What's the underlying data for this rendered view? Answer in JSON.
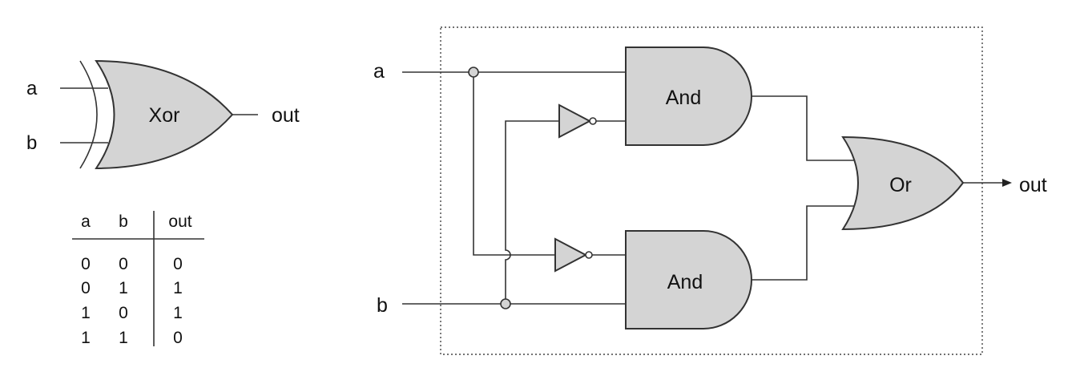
{
  "symbol": {
    "gate_label": "Xor",
    "input_a": "a",
    "input_b": "b",
    "output": "out"
  },
  "truth_table": {
    "headers": [
      "a",
      "b",
      "out"
    ],
    "rows": [
      [
        "0",
        "0",
        "0"
      ],
      [
        "0",
        "1",
        "1"
      ],
      [
        "1",
        "0",
        "1"
      ],
      [
        "1",
        "1",
        "0"
      ]
    ]
  },
  "circuit": {
    "input_a": "a",
    "input_b": "b",
    "output": "out",
    "and_top": "And",
    "and_bottom": "And",
    "or_gate": "Or"
  },
  "colors": {
    "gate_fill": "#d4d4d4",
    "stroke": "#333333"
  }
}
